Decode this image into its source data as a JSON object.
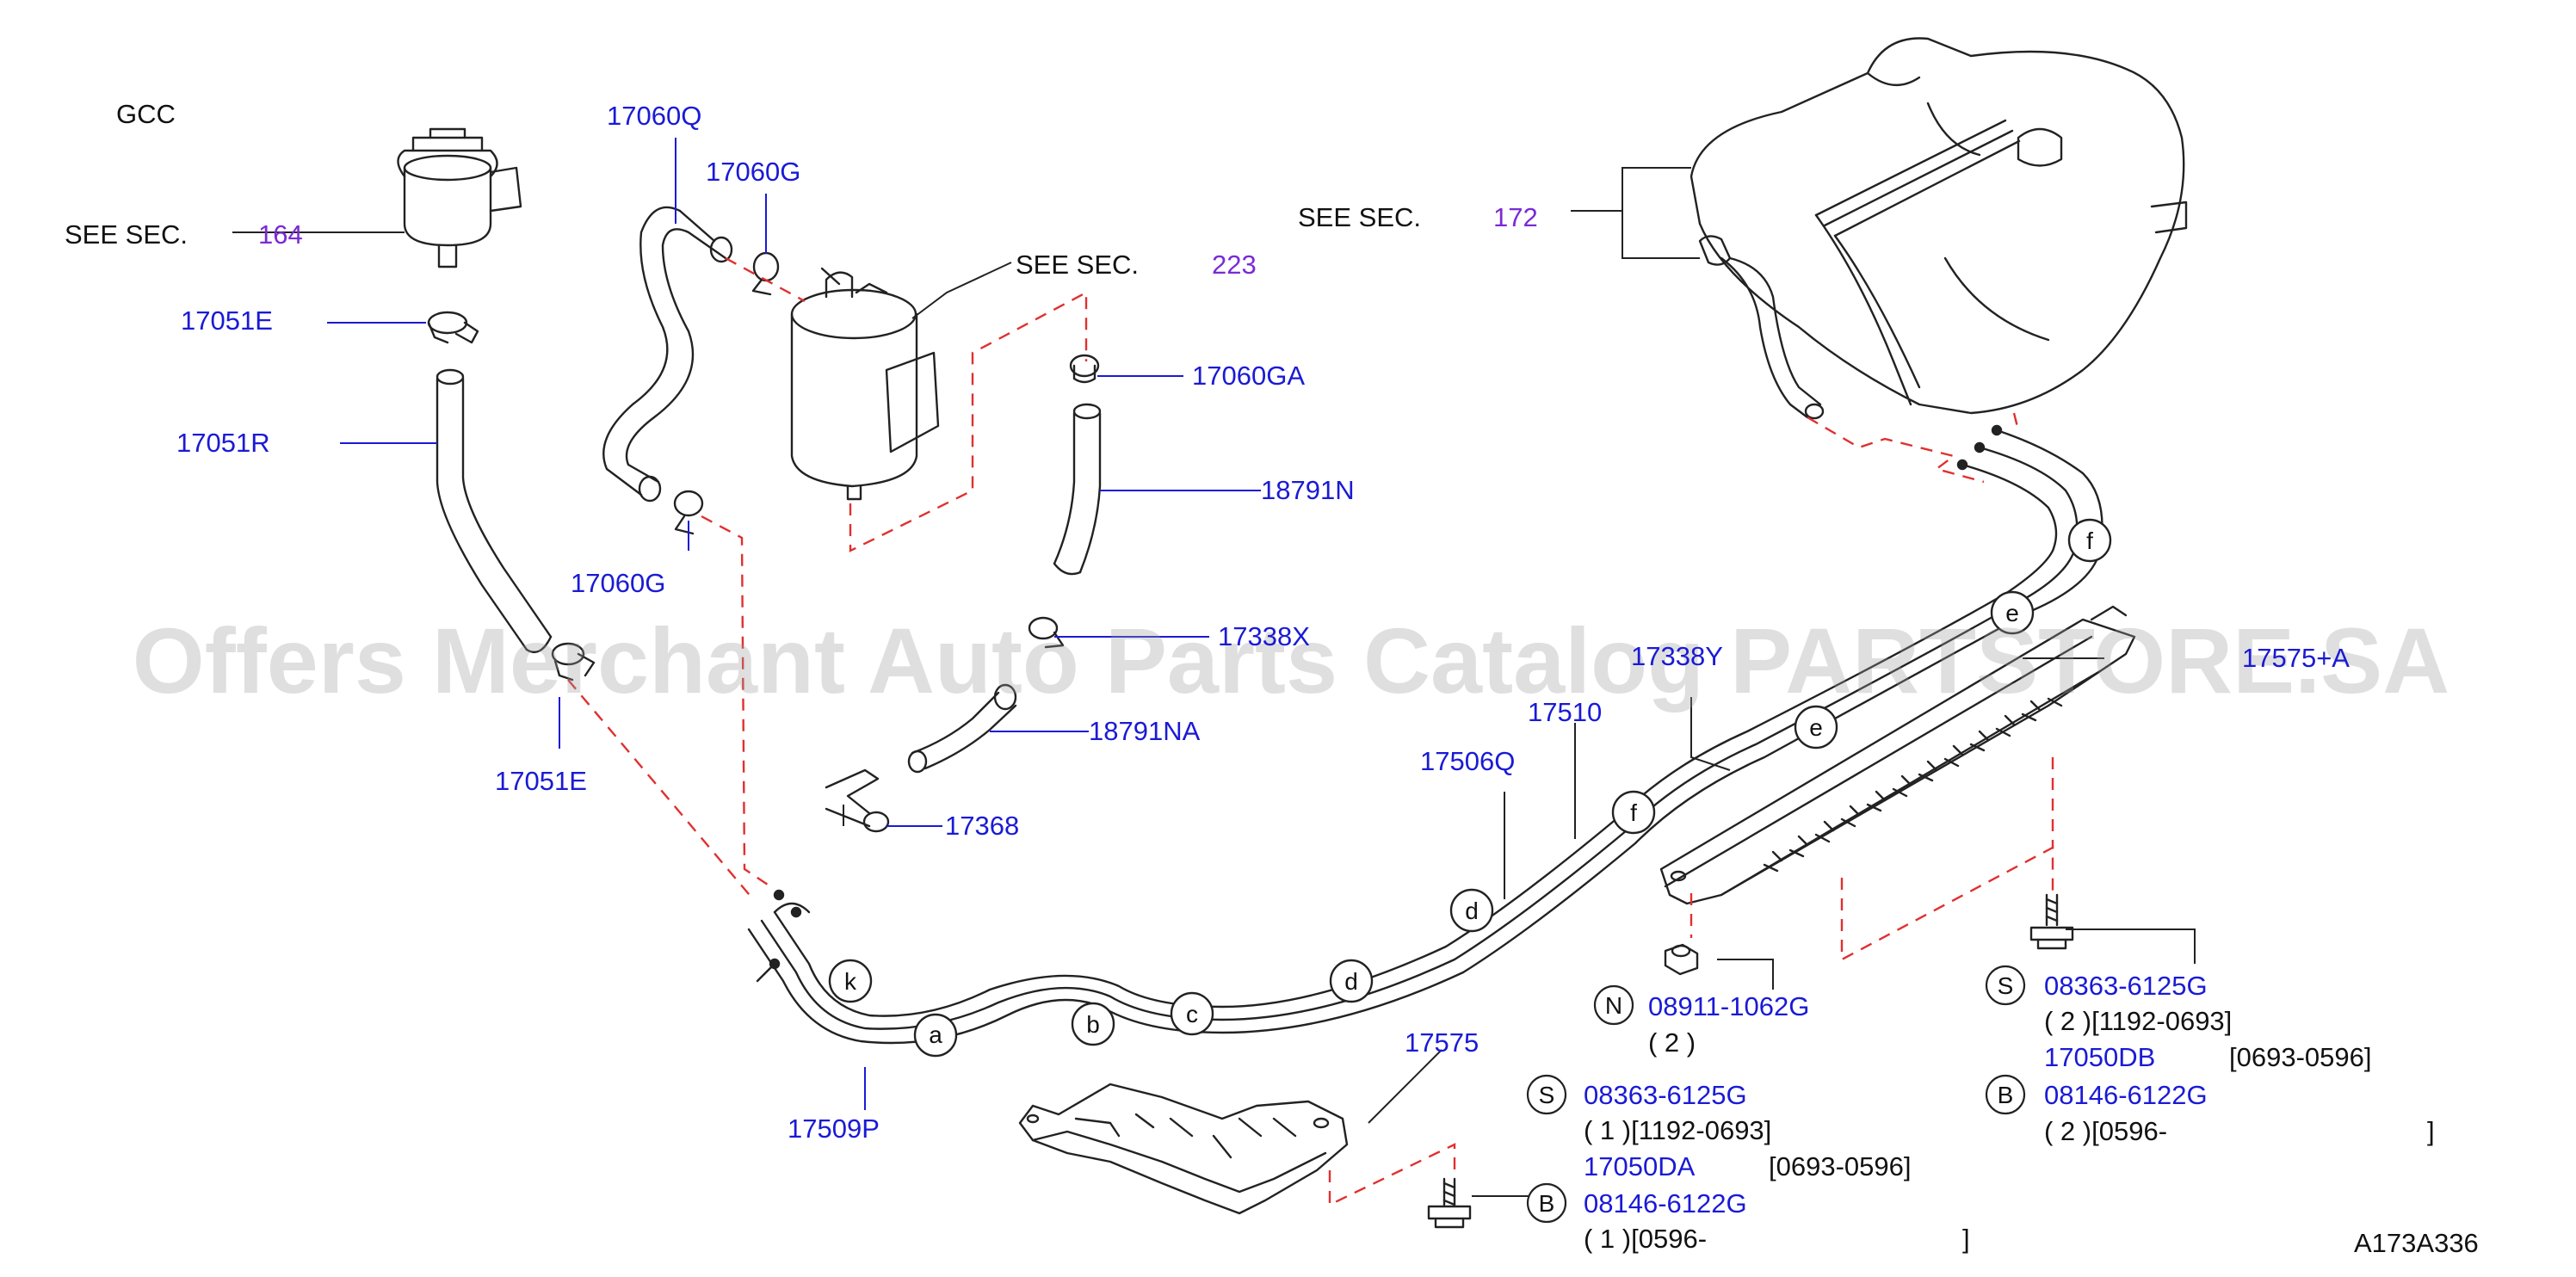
{
  "header": {
    "code": "GCC"
  },
  "see_sec": [
    {
      "id": "sec164",
      "text": "SEE   SEC.",
      "num": "164"
    },
    {
      "id": "sec223",
      "text": "SEE   SEC.",
      "num": "223"
    },
    {
      "id": "sec172",
      "text": "SEE   SEC.",
      "num": "172"
    }
  ],
  "part_labels": {
    "p17060Q": "17060Q",
    "p17060G_top": "17060G",
    "p17060G_bot": "17060G",
    "p17051E_top": "17051E",
    "p17051E_bot": "17051E",
    "p17051R": "17051R",
    "p17060GA": "17060GA",
    "p18791N": "18791N",
    "p17338X": "17338X",
    "p18791NA": "18791NA",
    "p17368": "17368",
    "p17338Y": "17338Y",
    "p17510": "17510",
    "p17506Q": "17506Q",
    "p17575A": "17575+A",
    "p17509P": "17509P",
    "p17575": "17575"
  },
  "circle_letters": {
    "k": "k",
    "a": "a",
    "b": "b",
    "c": "c",
    "d1": "d",
    "d2": "d",
    "f1": "f",
    "e1": "e",
    "e2": "e",
    "f2": "f"
  },
  "fastener_table_left": {
    "s_letter": "S",
    "s_part": "08363-6125G",
    "s_note": "(   1   )[1192-0693]",
    "da_part": "17050DA",
    "da_range": "[0693-0596]",
    "b_letter": "B",
    "b_part": "08146-6122G",
    "b_note": "(   1   )[0596-",
    "b_close": "]"
  },
  "fastener_table_right": {
    "n_letter": "N",
    "n_part": "08911-1062G",
    "n_note": "(   2   )",
    "s_letter": "S",
    "s_part": "08363-6125G",
    "s_note": "(   2   )[1192-0693]",
    "db_part": "17050DB",
    "db_range": "[0693-0596]",
    "b_letter": "B",
    "b_part": "08146-6122G",
    "b_note": "(   2   )[0596-",
    "b_close": "]"
  },
  "diagram_code": "A173A336",
  "watermark": "Offers Merchant Auto Parts Catalog PARTSTORE.SA",
  "colors": {
    "label": "#1a1ad6",
    "section": "#7a2bd4",
    "dashed": "#e03030",
    "line": "#222222"
  }
}
